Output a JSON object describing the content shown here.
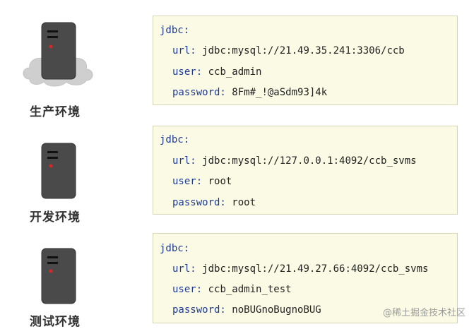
{
  "environments": [
    {
      "label": "生产环境",
      "config": {
        "root_key": "jdbc:",
        "url_key": "url:",
        "url_value": "jdbc:mysql://21.49.35.241:3306/ccb",
        "user_key": "user:",
        "user_value": "ccb_admin",
        "password_key": "password:",
        "password_value": "8Fm#_!@aSdm93]4k"
      }
    },
    {
      "label": "开发环境",
      "config": {
        "root_key": "jdbc:",
        "url_key": "url:",
        "url_value": "jdbc:mysql://127.0.0.1:4092/ccb_svms",
        "user_key": "user:",
        "user_value": "root",
        "password_key": "password:",
        "password_value": "root"
      }
    },
    {
      "label": "测试环境",
      "config": {
        "root_key": "jdbc:",
        "url_key": "url:",
        "url_value": "jdbc:mysql://21.49.27.66:4092/ccb_svms",
        "user_key": "user:",
        "user_value": "ccb_admin_test",
        "password_key": "password:",
        "password_value": "noBUGnoBugnoBUG"
      }
    }
  ],
  "watermark": "@稀土掘金技术社区",
  "colors": {
    "key": "#1f3a93",
    "box_bg": "#fbfbe5",
    "server": "#4a4a4a",
    "led": "#d62828",
    "cloud": "#cfcfcf"
  }
}
